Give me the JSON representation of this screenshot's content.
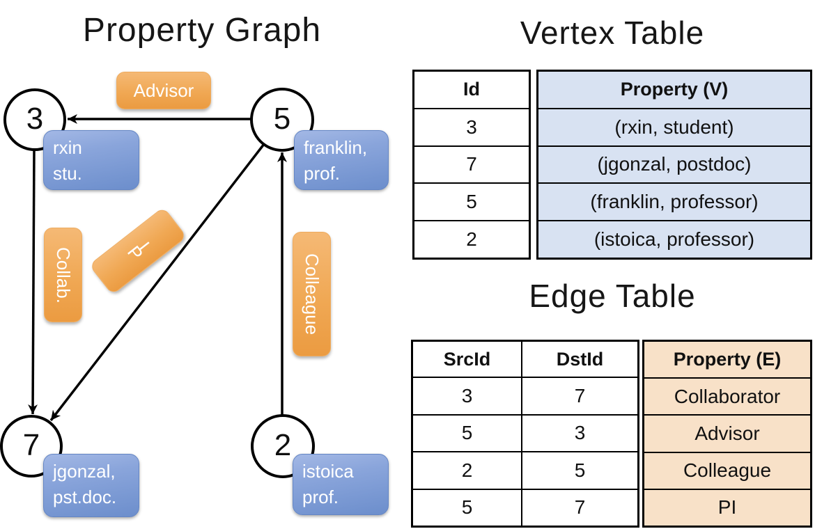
{
  "titles": {
    "graph": "Property Graph",
    "vertex_table": "Vertex Table",
    "edge_table": "Edge Table"
  },
  "graph": {
    "nodes": {
      "n3": {
        "label": "3",
        "property_line1": "rxin",
        "property_line2": "stu."
      },
      "n5": {
        "label": "5",
        "property_line1": "franklin,",
        "property_line2": "prof."
      },
      "n7": {
        "label": "7",
        "property_line1": "jgonzal,",
        "property_line2": "pst.doc."
      },
      "n2": {
        "label": "2",
        "property_line1": "istoica",
        "property_line2": "prof."
      }
    },
    "edge_labels": {
      "advisor": "Advisor",
      "collab": "Collab.",
      "colleague": "Colleague",
      "pi": "PI"
    }
  },
  "vertex_table": {
    "id_header": "Id",
    "property_header": "Property (V)",
    "rows": [
      {
        "id": "3",
        "property": "(rxin, student)"
      },
      {
        "id": "7",
        "property": "(jgonzal, postdoc)"
      },
      {
        "id": "5",
        "property": "(franklin, professor)"
      },
      {
        "id": "2",
        "property": "(istoica, professor)"
      }
    ]
  },
  "edge_table": {
    "src_header": "SrcId",
    "dst_header": "DstId",
    "property_header": "Property (E)",
    "rows": [
      {
        "src": "3",
        "dst": "7",
        "property": "Collaborator"
      },
      {
        "src": "5",
        "dst": "3",
        "property": "Advisor"
      },
      {
        "src": "2",
        "dst": "5",
        "property": "Colleague"
      },
      {
        "src": "5",
        "dst": "7",
        "property": "PI"
      }
    ]
  },
  "colors": {
    "vertex_box_blue": "#7b9ad6",
    "edge_box_orange": "#f0a854",
    "vertex_table_fill": "#d8e2f2",
    "edge_table_fill": "#f8e1c8",
    "line_black": "#000000"
  }
}
